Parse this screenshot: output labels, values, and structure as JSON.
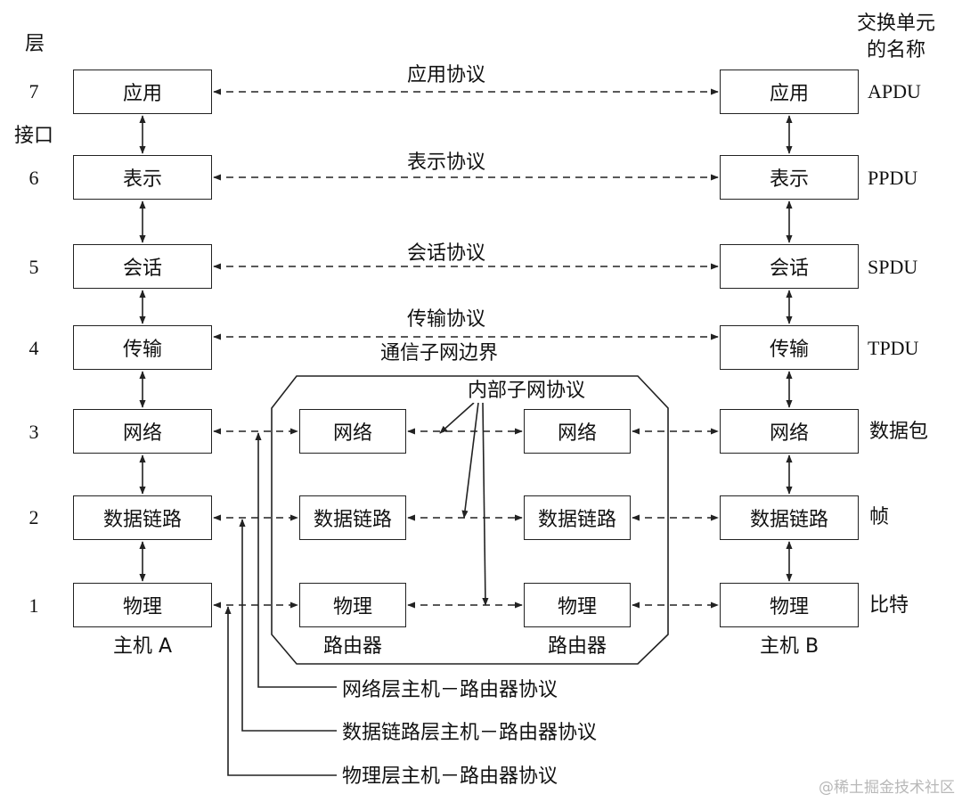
{
  "header": {
    "layer": "层",
    "interface": "接口",
    "unit_line1": "交换单元",
    "unit_line2": "的名称"
  },
  "layer_numbers": [
    "7",
    "6",
    "5",
    "4",
    "3",
    "2",
    "1"
  ],
  "host_layers": [
    "应用",
    "表示",
    "会话",
    "传输",
    "网络",
    "数据链路",
    "物理"
  ],
  "router_layers": [
    "网络",
    "数据链路",
    "物理"
  ],
  "peer_protocols": [
    "应用协议",
    "表示协议",
    "会话协议",
    "传输协议"
  ],
  "units": [
    "APDU",
    "PPDU",
    "SPDU",
    "TPDU",
    "数据包",
    "帧",
    "比特"
  ],
  "subnet": {
    "boundary": "通信子网边界",
    "internal_protocol": "内部子网协议"
  },
  "node_labels": {
    "host_a": "主机 A",
    "host_b": "主机 B",
    "router": "路由器"
  },
  "host_router_protocols": [
    "网络层主机－路由器协议",
    "数据链路层主机－路由器协议",
    "物理层主机－路由器协议"
  ],
  "watermark": "@稀土掘金技术社区",
  "colors": {
    "line": "#222222",
    "text": "#111111",
    "watermark": "#b8b8b8"
  }
}
